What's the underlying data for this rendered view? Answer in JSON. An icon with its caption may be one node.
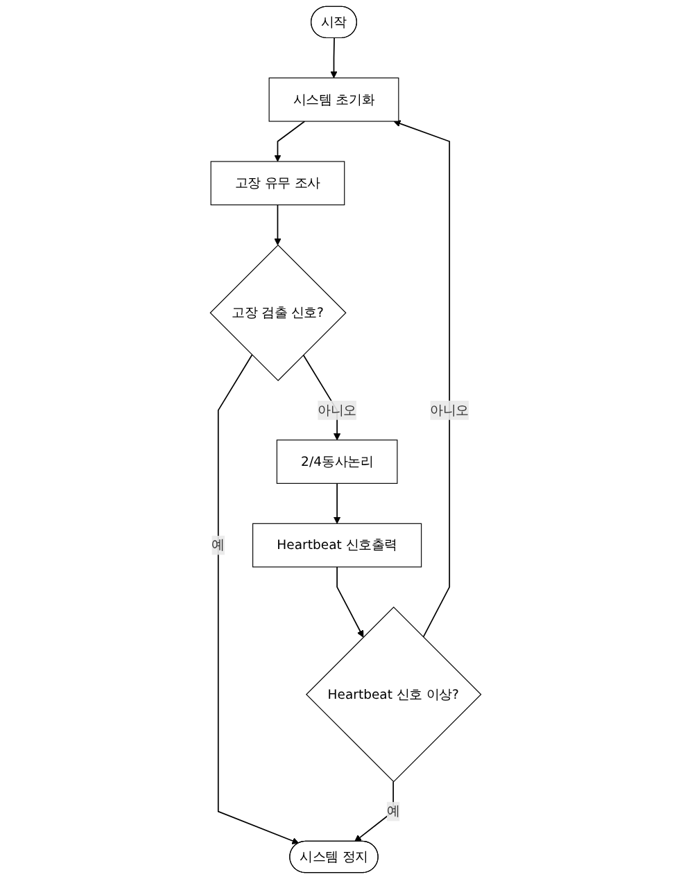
{
  "diagram": {
    "nodes": [
      {
        "text": [
          "시작"
        ]
      },
      {
        "text": [
          "시스템 초기화"
        ]
      },
      {
        "text": [
          "고장 유무 조사"
        ]
      },
      {
        "text": [
          "고장 검출 신호?"
        ]
      },
      {
        "text": [
          "2/4동사논리"
        ]
      },
      {
        "text": [
          "Heartbeat 신호출력"
        ]
      },
      {
        "text": [
          "Heartbeat 신호 이상?"
        ]
      },
      {
        "text": [
          "시스템 정지"
        ]
      }
    ],
    "edges": [
      {
        "from": 0,
        "to": 1,
        "arrow": "to"
      },
      {
        "from": 1,
        "to": 2,
        "arrow": "to"
      },
      {
        "from": 2,
        "to": 3,
        "arrow": "to"
      },
      {
        "from": 3,
        "to": 7,
        "label": "예",
        "arrow": "to"
      },
      {
        "from": 3,
        "to": 4,
        "label": "아니오",
        "arrow": "to"
      },
      {
        "from": 4,
        "to": 5,
        "arrow": "to"
      },
      {
        "from": 5,
        "to": 6,
        "arrow": "to"
      },
      {
        "from": 6,
        "to": 7,
        "label": "예",
        "arrow": "to"
      },
      {
        "from": 6,
        "to": 1,
        "label": "아니오",
        "arrow": "to"
      }
    ]
  }
}
